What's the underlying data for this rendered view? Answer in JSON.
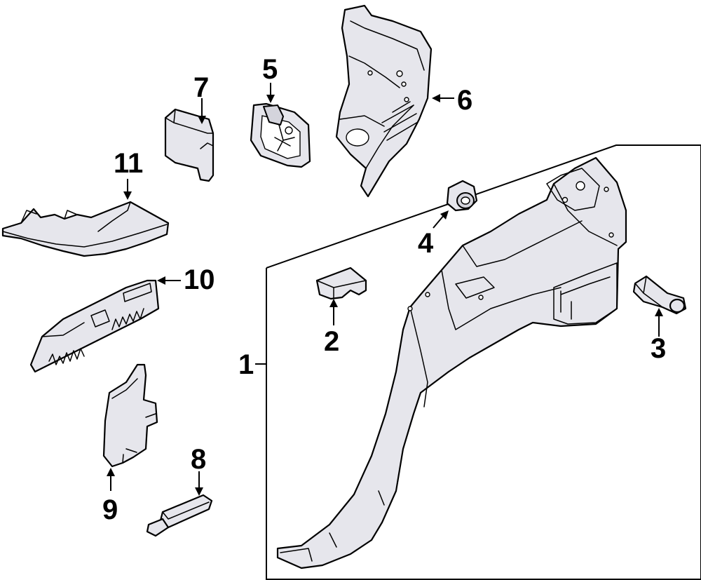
{
  "callouts": {
    "c1": "1",
    "c2": "2",
    "c3": "3",
    "c4": "4",
    "c5": "5",
    "c6": "6",
    "c7": "7",
    "c8": "8",
    "c9": "9",
    "c10": "10",
    "c11": "11"
  },
  "colors": {
    "part_fill": "#e6e6ec",
    "line": "#000000",
    "background": "#ffffff"
  }
}
